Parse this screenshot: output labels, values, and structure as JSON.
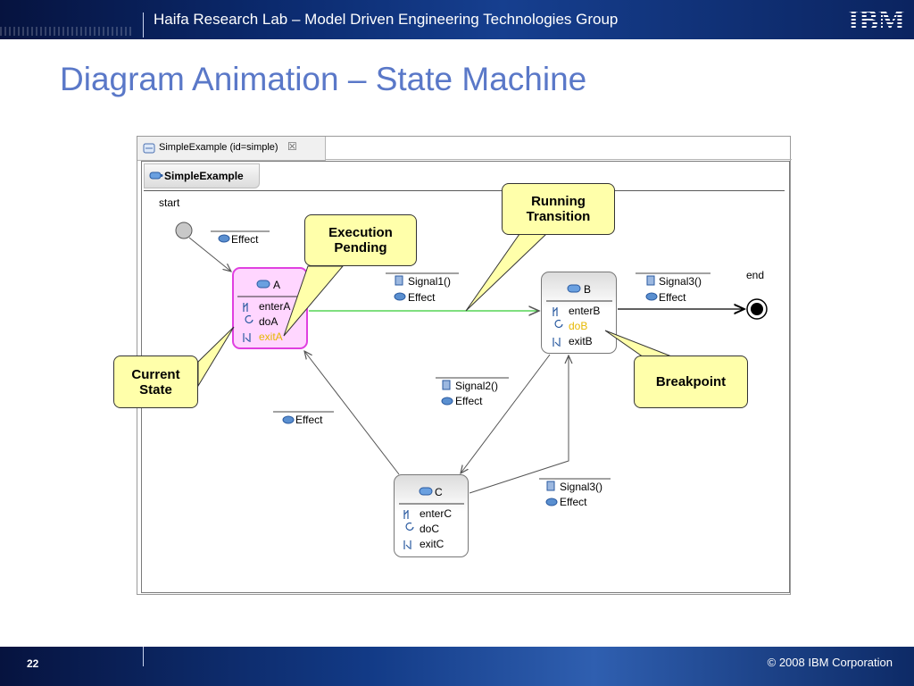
{
  "header": {
    "title": "Haifa Research Lab – Model Driven Engineering Technologies Group",
    "logo": "IBM"
  },
  "slide": {
    "title": "Diagram Animation – State Machine",
    "page_number": "22",
    "copyright": "© 2008 IBM Corporation"
  },
  "editor": {
    "tab_label": "SimpleExample (id=simple)",
    "diagram_tab_label": "SimpleExample"
  },
  "diagram": {
    "start_label": "start",
    "end_label": "end",
    "transitions": {
      "start_effect": "Effect",
      "ab_trigger": "Signal1()",
      "ab_effect": "Effect",
      "b_end_trigger": "Signal3()",
      "b_end_effect": "Effect",
      "bc_trigger": "Signal2()",
      "bc_effect": "Effect",
      "ca_effect": "Effect",
      "cb_trigger": "Signal3()",
      "cb_effect": "Effect"
    },
    "states": {
      "a": {
        "name": "A",
        "entry": "enterA",
        "do": "doA",
        "exit": "exitA"
      },
      "b": {
        "name": "B",
        "entry": "enterB",
        "do": "doB",
        "exit": "exitB"
      },
      "c": {
        "name": "C",
        "entry": "enterC",
        "do": "doC",
        "exit": "exitC"
      }
    },
    "highlight_color": "#e6b800",
    "running_transition_color": "#33cc33"
  },
  "callouts": {
    "execution_pending": "Execution\nPending",
    "running_transition": "Running\nTransition",
    "current_state": "Current\nState",
    "breakpoint": "Breakpoint"
  }
}
